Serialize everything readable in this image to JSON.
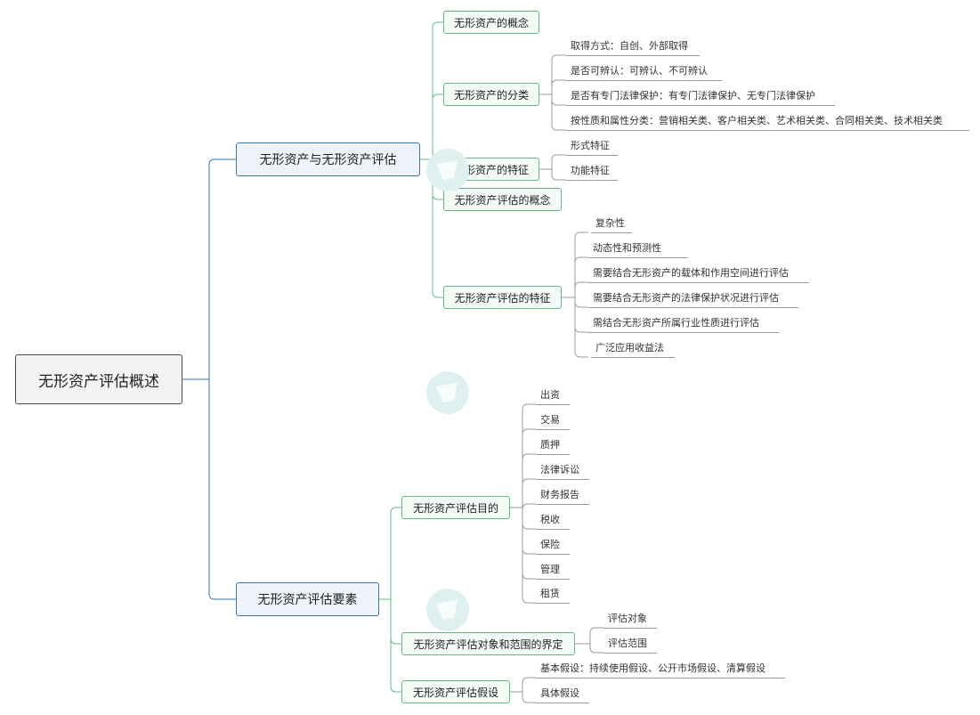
{
  "root": {
    "label": "无形资产评估概述"
  },
  "branch1": {
    "label": "无形资产与无形资产评估",
    "concept": {
      "label": "无形资产的概念"
    },
    "classification": {
      "label": "无形资产的分类",
      "items": [
        "取得方式：自创、外部取得",
        "是否可辨认：可辨认、不可辨认",
        "是否有专门法律保护：有专门法律保护、无专门法律保护",
        "按性质和属性分类：营销相关类、客户相关类、艺术相关类、合同相关类、技术相关类"
      ]
    },
    "features": {
      "label": "无形资产的特征",
      "items": [
        "形式特征",
        "功能特征"
      ]
    },
    "eval_concept": {
      "label": "无形资产评估的概念"
    },
    "eval_features": {
      "label": "无形资产评估的特征",
      "items": [
        "复杂性",
        "动态性和预测性",
        "需要结合无形资产的载体和作用空间进行评估",
        "需要结合无形资产的法律保护状况进行评估",
        "需结合无形资产所属行业性质进行评估",
        "广泛应用收益法"
      ]
    }
  },
  "branch2": {
    "label": "无形资产评估要素",
    "purpose": {
      "label": "无形资产评估目的",
      "items": [
        "出资",
        "交易",
        "质押",
        "法律诉讼",
        "财务报告",
        "税收",
        "保险",
        "管理",
        "租赁"
      ]
    },
    "scope": {
      "label": "无形资产评估对象和范围的界定",
      "items": [
        "评估对象",
        "评估范围"
      ]
    },
    "assumptions": {
      "label": "无形资产评估假设",
      "items": [
        "基本假设：持续使用假设、公开市场假设、清算假设",
        "具体假设"
      ]
    }
  },
  "colors": {
    "root_line": "#3f75a8",
    "level2_line": "#67b887",
    "leaf_line": "#9a9a9a"
  }
}
